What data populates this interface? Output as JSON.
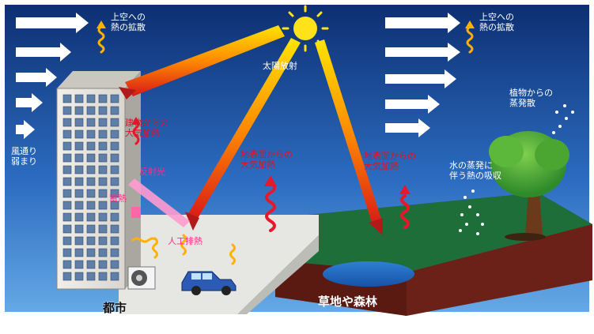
{
  "labels": {
    "upper_heat_left": "上空への\n熱の拡散",
    "upper_heat_right": "上空への\n熱の拡散",
    "solar": "太陽放射",
    "wind_weakened": "風通り\n弱まり",
    "building_heating": "建物からの\n大気加熱",
    "reflected_light": "反射光",
    "heat_storage": "蓄熱",
    "artificial_exhaust": "人工排熱",
    "ground_heat_city": "地表面からの\n大気加熱",
    "ground_heat_grass": "地表面からの\n大気加熱",
    "water_evap": "水の蒸発に\n伴う熱の吸収",
    "plant_evap": "植物からの\n蒸発散",
    "city": "都市",
    "grass_forest": "草地や森林"
  },
  "colors": {
    "sky_top": "#0d2f72",
    "sky_bottom": "#5ea6e6",
    "city_surface": "#e6e6e2",
    "grass": "#1e6e3a",
    "soil": "#6b2118",
    "sun": "#ffe21a",
    "heat_red": "#e8172a",
    "accent_red": "#e0112a",
    "accent_pink": "#ff2b8a"
  }
}
